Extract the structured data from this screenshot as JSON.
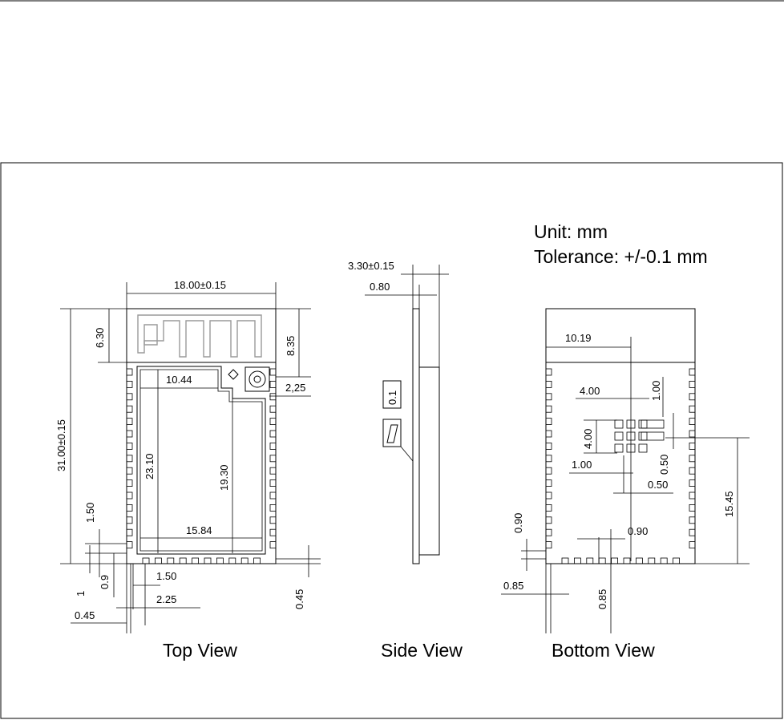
{
  "header": {
    "unit": "Unit: mm",
    "tolerance": "Tolerance: +/-0.1 mm"
  },
  "views": {
    "top": "Top View",
    "side": "Side View",
    "bottom": "Bottom View"
  },
  "top_view": {
    "width": "18.00±0.15",
    "length": "31.00±0.15",
    "antenna_height": "6.30",
    "antenna_connector": "8.35",
    "connector_offset": "2,25",
    "shield_width": "10.44",
    "shield_height_left": "23.10",
    "shield_height_right": "19.30",
    "shield_bottom_width": "15.84",
    "pad_width_left": "1.50",
    "pad_height": "1",
    "pad_gap": "0.9",
    "pad_edge": "0.45",
    "pad_pitch": "1.50",
    "pad_first": "2.25",
    "pad_bottom_gap": "0.45"
  },
  "side_view": {
    "thickness": "3.30±0.15",
    "pcb": "0.80",
    "label": "0.1"
  },
  "bottom_view": {
    "offset_x": "10.19",
    "pad_grid_w": "4.00",
    "pad_grid_h": "4.00",
    "pad_size": "1.00",
    "pad_gap_h": "1.00",
    "pad_small_gap": "0.50",
    "pad_gap_v": "0.50",
    "height": "15.45",
    "left_gap": "0.90",
    "left_edge": "0.85",
    "bottom_gap": "0.90",
    "bottom_edge": "0.85"
  }
}
